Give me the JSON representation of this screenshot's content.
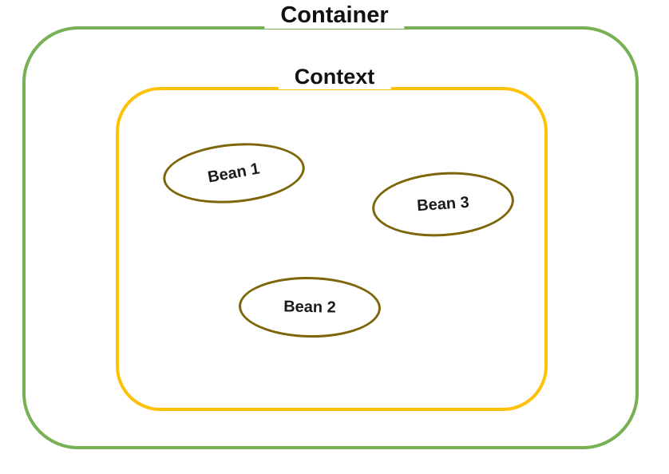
{
  "diagram": {
    "container": {
      "label": "Container"
    },
    "context": {
      "label": "Context"
    },
    "beans": [
      {
        "label": "Bean 1"
      },
      {
        "label": "Bean 2"
      },
      {
        "label": "Bean 3"
      }
    ],
    "colors": {
      "container_border": "#76b153",
      "context_border": "#ffc107",
      "bean_border": "#7d660a",
      "label_text": "#111111",
      "background": "#ffffff"
    }
  }
}
